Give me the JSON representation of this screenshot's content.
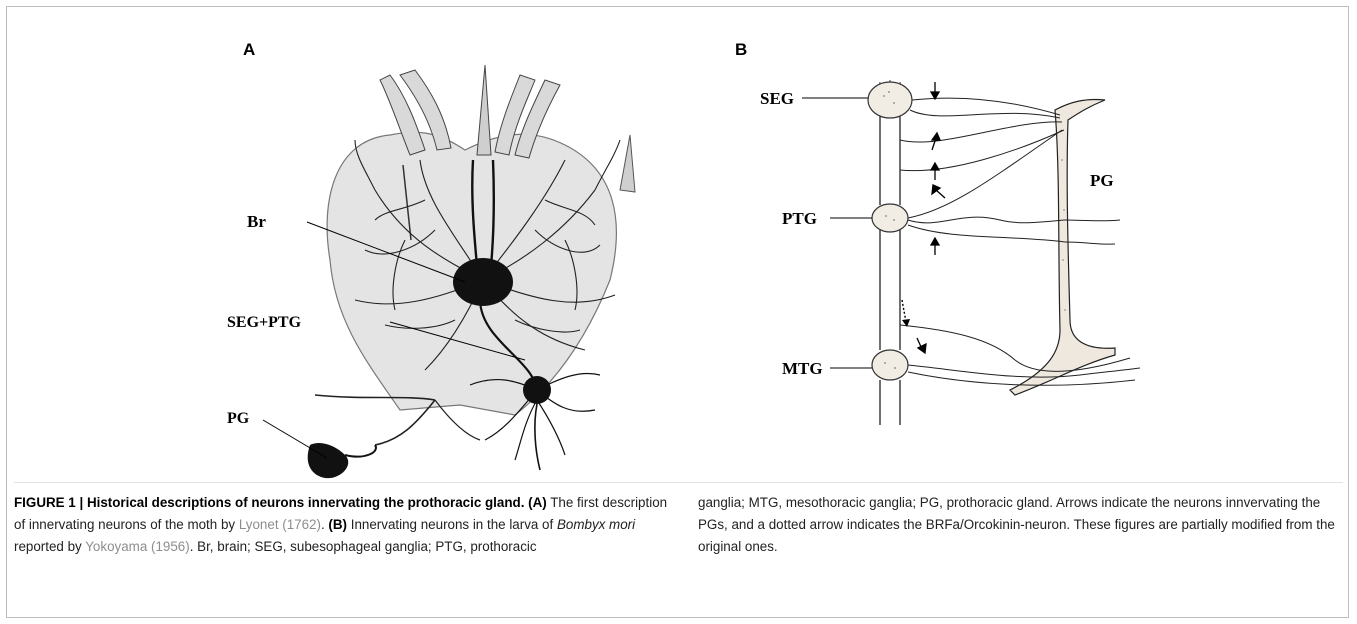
{
  "panels": {
    "a": {
      "label": "A",
      "annotations": {
        "br": "Br",
        "seg_ptg": "SEG+PTG",
        "pg": "PG"
      }
    },
    "b": {
      "label": "B",
      "annotations": {
        "seg": "SEG",
        "ptg": "PTG",
        "mtg": "MTG",
        "pg": "PG"
      }
    }
  },
  "caption": {
    "figure_title": "FIGURE 1 | Historical descriptions of neurons innervating the prothoracic gland.",
    "a_marker": "(A)",
    "a_text": "The first description of innervating neurons of the moth by",
    "a_ref": "Lyonet (1762)",
    "b_marker": "(B)",
    "b_text_1": "Innervating neurons in the larva of",
    "b_species": "Bombyx mori",
    "b_text_2": "reported by",
    "b_ref": "Yokoyama (1956)",
    "abbrev_1": "Br, brain; SEG, subesophageal ganglia; PTG, prothoracic",
    "right_text": "ganglia; MTG, mesothoracic ganglia; PG, prothoracic gland. Arrows indicate the neurons innvervating the PGs, and a dotted arrow indicates the BRFa/Orcokinin-neuron. These figures are partially modified from the original ones."
  }
}
